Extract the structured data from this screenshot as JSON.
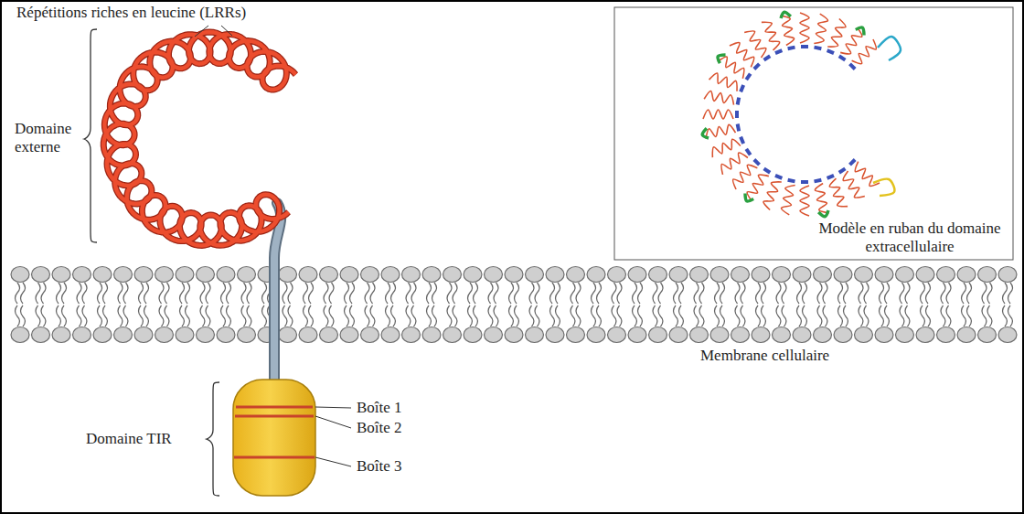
{
  "diagram": {
    "labels": [
      "Répétitions riches en leucine (LRRs)",
      "Domaine externe",
      "Modèle en ruban du domaine extracellulaire",
      "Membrane cellulaire",
      "Domaine TIR",
      "Boîte 1",
      "Boîte 2",
      "Boîte 3"
    ]
  }
}
